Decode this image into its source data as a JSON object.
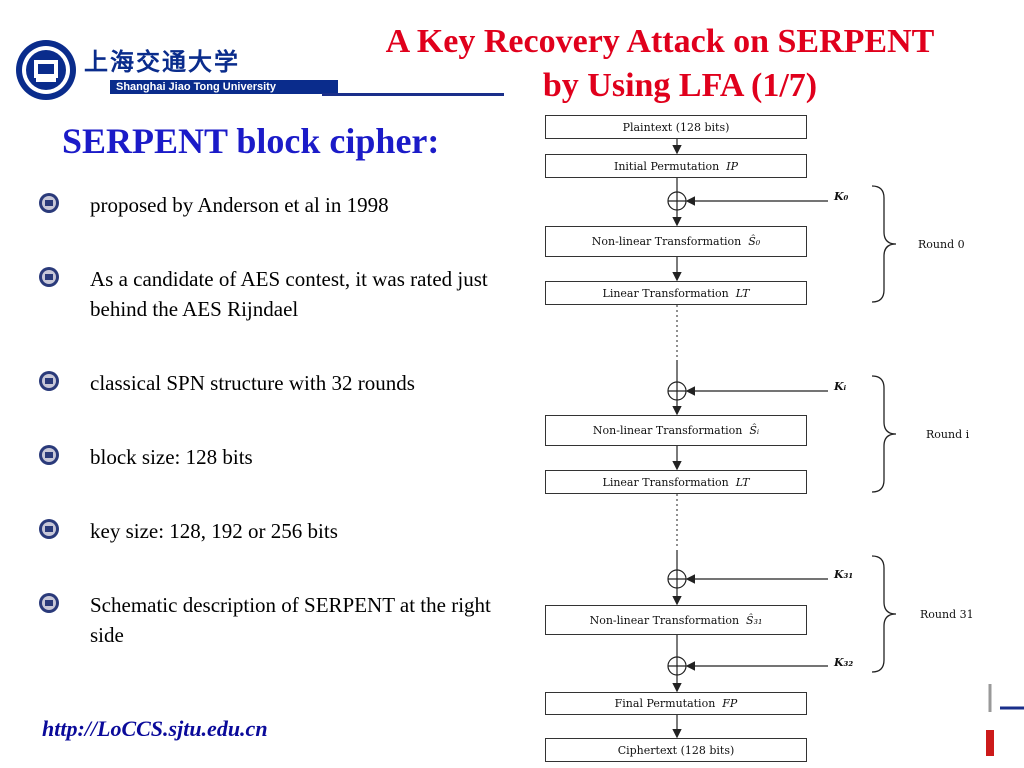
{
  "header": {
    "university_cn": "上海交通大学",
    "university_en": "Shanghai Jiao Tong University",
    "title_line1": "A Key Recovery Attack on SERPENT",
    "title_line2": "by Using LFA  (1/7)"
  },
  "slide": {
    "subtitle": "SERPENT block cipher:",
    "bullets": [
      "proposed by Anderson et al in 1998",
      "As a candidate of AES contest, it was rated just behind the AES Rijndael",
      "classical SPN structure with 32 rounds",
      "block size: 128 bits",
      "key size:  128, 192 or 256 bits",
      "Schematic description of SERPENT at the right side"
    ],
    "footer_url": "http://LoCCS.sjtu.edu.cn"
  },
  "diagram": {
    "plaintext": "Plaintext    (128 bits)",
    "ip": "Initial Permutation",
    "ip_sym": "IP",
    "nlt": "Non-linear Transformation",
    "s0": "Ŝ₀",
    "si": "Ŝᵢ",
    "s31": "Ŝ₃₁",
    "lt": "Linear Transformation",
    "lt_sym": "LT",
    "fp": "Final Permutation",
    "fp_sym": "FP",
    "ciphertext": "Ciphertext    (128 bits)",
    "k0": "K₀",
    "ki": "Kᵢ",
    "k31": "K₃₁",
    "k32": "K₃₂",
    "round0": "Round 0",
    "roundi": "Round i",
    "round31": "Round 31"
  },
  "colors": {
    "title": "#e0001c",
    "subtitle": "#1b1bc8",
    "footer": "#0a0a9a",
    "brand": "#0a2c8c"
  }
}
